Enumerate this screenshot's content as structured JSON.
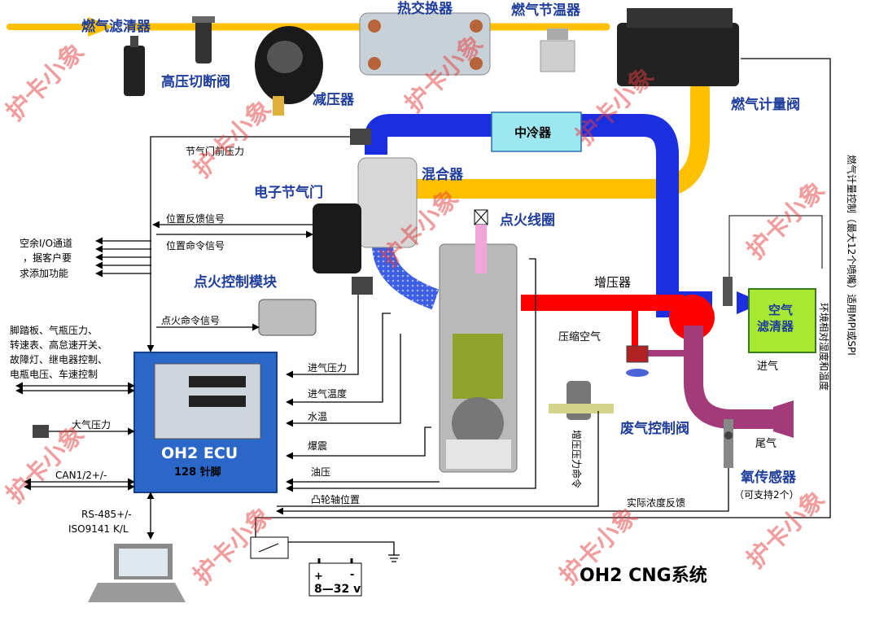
{
  "colors": {
    "fuel": "#ffc000",
    "air_duct": "#1b2fe0",
    "hot_pipe": "#ff0000",
    "exhaust": "#a33a7a",
    "ecu_box": "#2b67c8",
    "intercooler": "#9be8f0",
    "air_filter": "#a9e832",
    "coil_pink": "#f0a6d8",
    "label_blue": "#1f3d9c",
    "watermark": "#e63c3c"
  },
  "components": {
    "fuel_filter": "燃气滤清器",
    "hp_cutoff": "高压切断阀",
    "pressure_reducer": "减压器",
    "heat_exchanger": "热交换器",
    "fuel_thermostat": "燃气节温器",
    "fuel_metering_valve": "燃气计量阀",
    "intercooler": "中冷器",
    "mixer": "混合器",
    "e_throttle": "电子节气门",
    "ignition_coil": "点火线圈",
    "ignition_module": "点火控制模块",
    "turbo": "增压器",
    "air_filter_line1": "空气",
    "air_filter_line2": "滤清器",
    "intake": "进气",
    "compressed_air": "压缩空气",
    "wastegate": "废气控制阀",
    "exhaust": "尾气",
    "o2_sensor": "氧传感器",
    "o2_sensor_note": "（可支持2个）",
    "ecu_name": "OH2 ECU",
    "ecu_pins": "128 针脚",
    "battery_plus": "+",
    "battery_minus": "-",
    "battery_voltage": "8—32 v"
  },
  "signals": {
    "throttle_pre_pressure": "节气门前压力",
    "pos_feedback": "位置反馈信号",
    "pos_command": "位置命令信号",
    "spare_io_1": "空余I/O通道",
    "spare_io_2": "，据客户要",
    "spare_io_3": "求添加功能",
    "ignition_cmd": "点火命令信号",
    "inputs_1": "脚踏板、气瓶压力、",
    "inputs_2": "转速表、高怠速开关、",
    "inputs_3": "故障灯、继电器控制、",
    "inputs_4": "电瓶电压、车速控制",
    "atm_pressure": "大气压力",
    "can": "CAN1/2+/-",
    "rs485": "RS-485+/-",
    "iso9141": "ISO9141 K/L",
    "intake_pressure": "进气压力",
    "intake_temp": "进气温度",
    "water_temp": "水温",
    "knock": "爆震",
    "oil_pressure": "油压",
    "cam_position": "凸轮轴位置",
    "boost_cmd": "增压压力命令",
    "actual_conc_feedback": "实际浓度反馈",
    "fuel_meter_ctrl": "燃气计量控制（最大12个喷嘴）适用MPI或SPI",
    "env_humidity": "环境相对湿度和温度"
  },
  "footer_title": "OH2 CNG系统",
  "watermark_text": "护卡小象"
}
